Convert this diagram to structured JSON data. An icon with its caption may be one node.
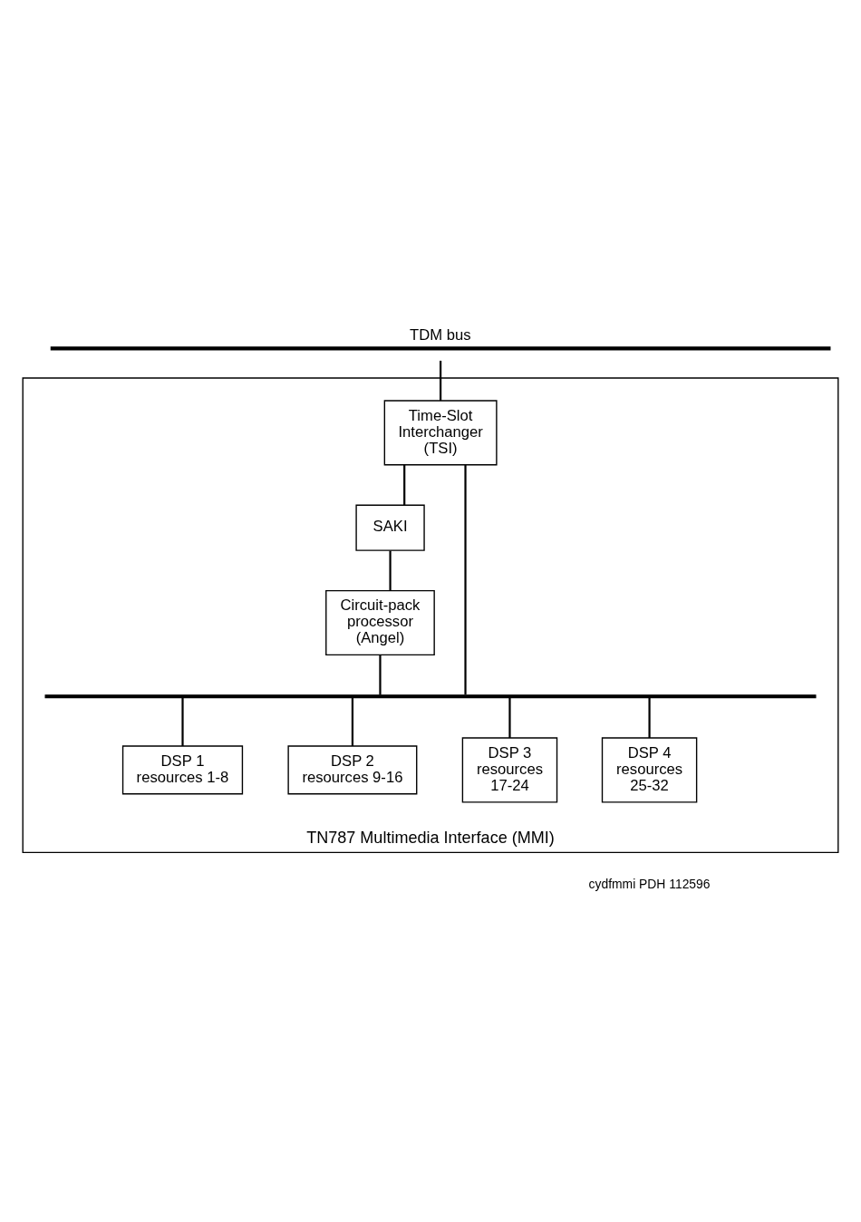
{
  "diagram": {
    "nodes": [
      {
        "text": [
          "TDM bus"
        ]
      },
      {
        "text": [
          "TN787 Multimedia Interface (MMI)"
        ]
      },
      {
        "text": [
          "Time-Slot Interchanger (TSI)"
        ],
        "in": 1
      },
      {
        "text": [
          "SAKI"
        ],
        "in": 1
      },
      {
        "text": [
          "Circuit-pack processor (Angel)"
        ],
        "in": 1
      },
      {
        "text": [],
        "shape": "bar",
        "in": 1
      },
      {
        "text": [
          "DSP 1 resources 1-8"
        ],
        "in": 1
      },
      {
        "text": [
          "DSP 2 resources 9-16"
        ],
        "in": 1
      },
      {
        "text": [
          "DSP 3 resources 17-24"
        ],
        "in": 1
      },
      {
        "text": [
          "DSP 4 resources 25-32"
        ],
        "in": 1
      }
    ],
    "edges": [
      {
        "from": 0,
        "to": 2,
        "arrow": "none"
      },
      {
        "from": 2,
        "to": 3,
        "arrow": "none"
      },
      {
        "from": 3,
        "to": 4,
        "arrow": "none"
      },
      {
        "from": 2,
        "to": 5,
        "arrow": "none"
      },
      {
        "from": 4,
        "to": 5,
        "arrow": "none"
      },
      {
        "from": 5,
        "to": 6,
        "arrow": "none"
      },
      {
        "from": 5,
        "to": 7,
        "arrow": "none"
      },
      {
        "from": 5,
        "to": 8,
        "arrow": "none"
      },
      {
        "from": 5,
        "to": 9,
        "arrow": "none"
      }
    ],
    "labels": [
      "cydfmmi PDH 112596"
    ]
  }
}
